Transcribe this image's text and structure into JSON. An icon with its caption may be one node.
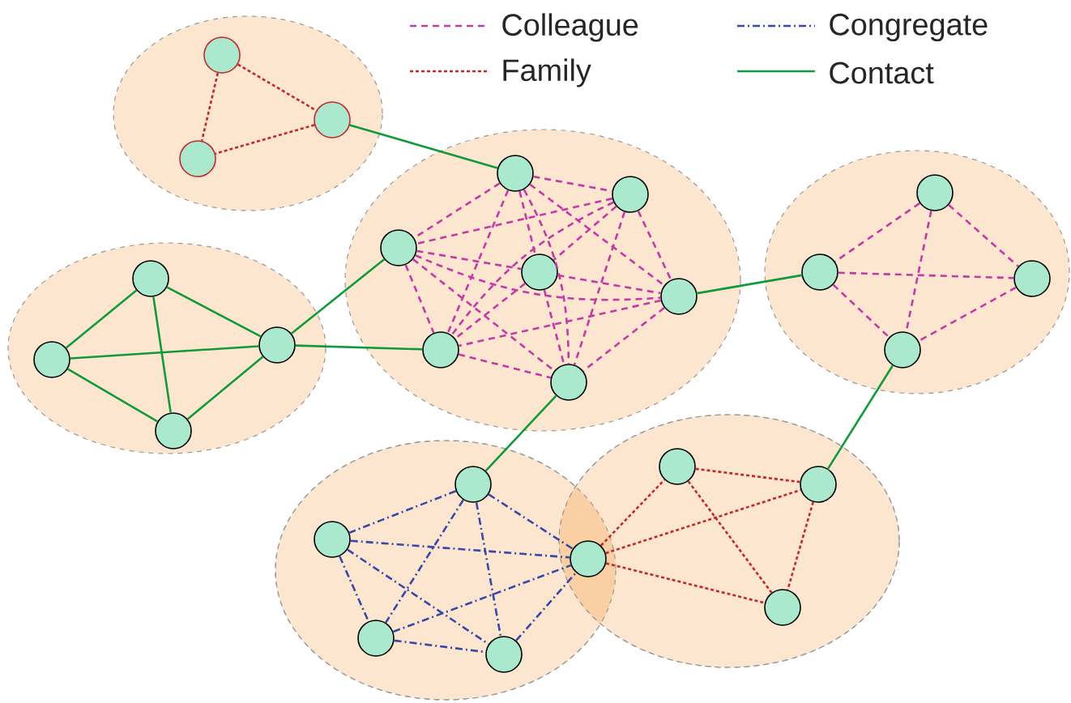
{
  "diagram": {
    "nodes": [
      {
        "text": [],
        "shape": "ellipse"
      },
      {
        "text": [],
        "shape": "circle",
        "in": 0
      },
      {
        "text": [],
        "shape": "circle",
        "in": 0
      },
      {
        "text": [],
        "shape": "circle",
        "in": 0
      },
      {
        "text": [],
        "shape": "ellipse"
      },
      {
        "text": [],
        "shape": "circle",
        "in": 4
      },
      {
        "text": [],
        "shape": "circle",
        "in": 4
      },
      {
        "text": [],
        "shape": "circle",
        "in": 4
      },
      {
        "text": [],
        "shape": "circle",
        "in": 4
      },
      {
        "text": [],
        "shape": "ellipse"
      },
      {
        "text": [],
        "shape": "circle",
        "in": 9
      },
      {
        "text": [],
        "shape": "circle",
        "in": 9
      },
      {
        "text": [],
        "shape": "circle",
        "in": 9
      },
      {
        "text": [],
        "shape": "circle",
        "in": 9
      },
      {
        "text": [],
        "shape": "circle",
        "in": 9
      },
      {
        "text": [],
        "shape": "circle",
        "in": 9
      },
      {
        "text": [],
        "shape": "circle",
        "in": 9
      },
      {
        "text": [],
        "shape": "ellipse"
      },
      {
        "text": [],
        "shape": "circle",
        "in": 17
      },
      {
        "text": [],
        "shape": "circle",
        "in": 17
      },
      {
        "text": [],
        "shape": "circle",
        "in": 17
      },
      {
        "text": [],
        "shape": "circle",
        "in": 17
      },
      {
        "text": [],
        "shape": "ellipse"
      },
      {
        "text": [],
        "shape": "circle",
        "in": 22
      },
      {
        "text": [],
        "shape": "circle",
        "in": 22
      },
      {
        "text": [],
        "shape": "circle",
        "in": 22
      },
      {
        "text": [],
        "shape": "circle",
        "in": 22
      },
      {
        "text": [],
        "shape": "circle"
      },
      {
        "text": [],
        "shape": "ellipse"
      },
      {
        "text": [],
        "shape": "circle",
        "in": 28
      },
      {
        "text": [],
        "shape": "circle",
        "in": 28
      },
      {
        "text": [],
        "shape": "circle",
        "in": 28
      }
    ],
    "edges": [
      {
        "from": 1,
        "to": 2,
        "arrow": "none",
        "style": "dashed",
        "color": "#c0282a"
      },
      {
        "from": 1,
        "to": 3,
        "arrow": "none",
        "style": "dashed",
        "color": "#c0282a"
      },
      {
        "from": 2,
        "to": 3,
        "arrow": "none",
        "style": "dashed",
        "color": "#c0282a"
      },
      {
        "from": 2,
        "to": 10,
        "arrow": "none",
        "color": "#109a3a"
      },
      {
        "from": 5,
        "to": 6,
        "arrow": "none",
        "color": "#109a3a"
      },
      {
        "from": 5,
        "to": 7,
        "arrow": "none",
        "color": "#109a3a"
      },
      {
        "from": 5,
        "to": 8,
        "arrow": "none",
        "color": "#109a3a"
      },
      {
        "from": 7,
        "to": 6,
        "arrow": "none",
        "color": "#109a3a"
      },
      {
        "from": 7,
        "to": 8,
        "arrow": "none",
        "color": "#109a3a"
      },
      {
        "from": 8,
        "to": 6,
        "arrow": "none",
        "color": "#109a3a"
      },
      {
        "from": 6,
        "to": 12,
        "arrow": "none",
        "color": "#109a3a"
      },
      {
        "from": 6,
        "to": 15,
        "arrow": "none",
        "color": "#109a3a"
      },
      {
        "from": 10,
        "to": 11,
        "arrow": "none",
        "style": "dashed"
      },
      {
        "from": 10,
        "to": 12,
        "arrow": "none",
        "style": "dashed"
      },
      {
        "from": 10,
        "to": 13,
        "arrow": "none",
        "style": "dashed"
      },
      {
        "from": 10,
        "to": 14,
        "arrow": "none",
        "style": "dashed"
      },
      {
        "from": 10,
        "to": 15,
        "arrow": "none",
        "style": "dashed"
      },
      {
        "from": 10,
        "to": 16,
        "arrow": "none",
        "style": "dashed"
      },
      {
        "from": 11,
        "to": 12,
        "arrow": "none",
        "style": "dashed"
      },
      {
        "from": 11,
        "to": 13,
        "arrow": "none",
        "style": "dashed"
      },
      {
        "from": 11,
        "to": 14,
        "arrow": "none",
        "style": "dashed"
      },
      {
        "from": 11,
        "to": 15,
        "arrow": "none",
        "style": "dashed"
      },
      {
        "from": 11,
        "to": 16,
        "arrow": "none",
        "style": "dashed"
      },
      {
        "from": 12,
        "to": 13,
        "arrow": "none",
        "style": "dashed"
      },
      {
        "from": 12,
        "to": 14,
        "arrow": "none",
        "style": "dashed"
      },
      {
        "from": 12,
        "to": 15,
        "arrow": "none",
        "style": "dashed"
      },
      {
        "from": 12,
        "to": 16,
        "arrow": "none",
        "style": "dashed"
      },
      {
        "from": 13,
        "to": 14,
        "arrow": "none",
        "style": "dashed"
      },
      {
        "from": 13,
        "to": 15,
        "arrow": "none",
        "style": "dashed"
      },
      {
        "from": 13,
        "to": 16,
        "arrow": "none",
        "style": "dashed"
      },
      {
        "from": 14,
        "to": 15,
        "arrow": "none",
        "style": "dashed"
      },
      {
        "from": 14,
        "to": 16,
        "arrow": "none",
        "style": "dashed"
      },
      {
        "from": 15,
        "to": 16,
        "arrow": "none",
        "style": "dashed"
      },
      {
        "from": 14,
        "to": 19,
        "arrow": "none",
        "color": "#109a3a"
      },
      {
        "from": 16,
        "to": 23,
        "arrow": "none",
        "color": "#109a3a"
      },
      {
        "from": 18,
        "to": 19,
        "arrow": "none",
        "style": "dashed"
      },
      {
        "from": 18,
        "to": 20,
        "arrow": "none",
        "style": "dashed"
      },
      {
        "from": 18,
        "to": 21,
        "arrow": "none",
        "style": "dashed"
      },
      {
        "from": 19,
        "to": 20,
        "arrow": "none",
        "style": "dashed"
      },
      {
        "from": 19,
        "to": 21,
        "arrow": "none",
        "style": "dashed"
      },
      {
        "from": 20,
        "to": 21,
        "arrow": "none",
        "style": "dashed"
      },
      {
        "from": 21,
        "to": 30,
        "arrow": "none",
        "color": "#109a3a"
      },
      {
        "from": 23,
        "to": 24,
        "arrow": "none",
        "style": "dashed",
        "color": "#3a48a8"
      },
      {
        "from": 23,
        "to": 25,
        "arrow": "none",
        "style": "dashed",
        "color": "#3a48a8"
      },
      {
        "from": 23,
        "to": 26,
        "arrow": "none",
        "style": "dashed",
        "color": "#3a48a8"
      },
      {
        "from": 23,
        "to": 27,
        "arrow": "none",
        "style": "dashed",
        "color": "#3a48a8"
      },
      {
        "from": 24,
        "to": 25,
        "arrow": "none",
        "style": "dashed",
        "color": "#3a48a8"
      },
      {
        "from": 24,
        "to": 26,
        "arrow": "none",
        "style": "dashed",
        "color": "#3a48a8"
      },
      {
        "from": 24,
        "to": 27,
        "arrow": "none",
        "style": "dashed",
        "color": "#3a48a8"
      },
      {
        "from": 25,
        "to": 26,
        "arrow": "none",
        "style": "dashed",
        "color": "#3a48a8"
      },
      {
        "from": 25,
        "to": 27,
        "arrow": "none",
        "style": "dashed",
        "color": "#3a48a8"
      },
      {
        "from": 26,
        "to": 27,
        "arrow": "none",
        "style": "dashed",
        "color": "#3a48a8"
      },
      {
        "from": 27,
        "to": 29,
        "arrow": "none",
        "style": "dashed",
        "color": "#c0282a"
      },
      {
        "from": 27,
        "to": 30,
        "arrow": "none",
        "style": "dashed",
        "color": "#c0282a"
      },
      {
        "from": 27,
        "to": 31,
        "arrow": "none",
        "style": "dashed",
        "color": "#c0282a"
      },
      {
        "from": 29,
        "to": 30,
        "arrow": "none",
        "style": "dashed",
        "color": "#c0282a"
      },
      {
        "from": 29,
        "to": 31,
        "arrow": "none",
        "style": "dashed",
        "color": "#c0282a"
      },
      {
        "from": 30,
        "to": 31,
        "arrow": "none",
        "style": "dashed",
        "color": "#c0282a"
      }
    ],
    "legend": [
      {
        "text": "Colleague"
      },
      {
        "text": "Congregate"
      },
      {
        "text": "Family"
      },
      {
        "text": "Contact"
      }
    ]
  }
}
